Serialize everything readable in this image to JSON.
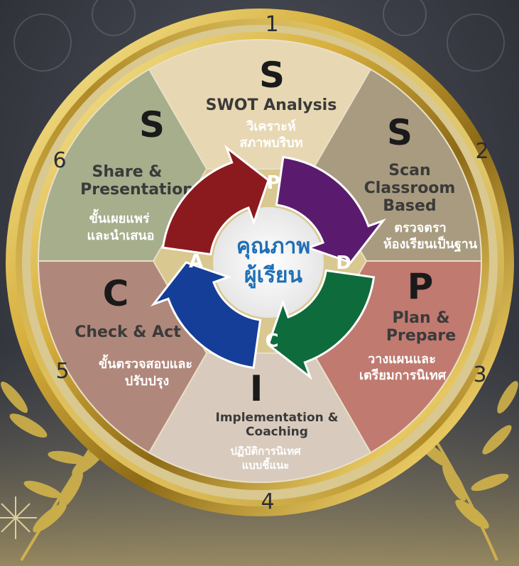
{
  "segments": [
    {
      "letter": "S",
      "title": "SWOT Analysis",
      "thai_line1": "วิเคราะห์",
      "thai_line2": "สภาพบริบท",
      "color": "#e7d8b3"
    },
    {
      "letter": "S",
      "title_line1": "Scan",
      "title_line2": "Classroom",
      "title_line3": "Based",
      "thai_line1": "ตรวจตรา",
      "thai_line2": "ห้องเรียนเป็นฐาน",
      "color": "#a89b7f"
    },
    {
      "letter": "P",
      "title_line1": "Plan &",
      "title_line2": "Prepare",
      "thai_line1": "วางแผนและ",
      "thai_line2": "เตรียมการนิเทศ",
      "color": "#c07a70"
    },
    {
      "letter": "I",
      "title_line1": "Implementation &",
      "title_line2": "Coaching",
      "thai_line1": "ปฏิบัติการนิเทศ",
      "thai_line2": "แบบชี้แนะ",
      "color": "#d8cbbd"
    },
    {
      "letter": "C",
      "title": "Check & Act",
      "thai_line1": "ขั้นตรวจสอบและ",
      "thai_line2": "ปรับปรุง",
      "color": "#b0877b"
    },
    {
      "letter": "S",
      "title_line1": "Share &",
      "title_line2": "Presentation",
      "thai_line1": "ขั้นเผยแพร่",
      "thai_line2": "และนำเสนอ",
      "color": "#a6ae8c"
    }
  ],
  "numbers": [
    "1",
    "2",
    "3",
    "4",
    "5",
    "6"
  ],
  "cycle": {
    "arrows": [
      {
        "letter": "P",
        "color": "#8b1a1f"
      },
      {
        "letter": "D",
        "color": "#5a1b6e"
      },
      {
        "letter": "C",
        "color": "#0e6b3b"
      },
      {
        "letter": "A",
        "color": "#143e97"
      }
    ],
    "center_line1": "คุณภาพ",
    "center_line2": "ผู้เรียน"
  },
  "colors": {
    "gold": "#d4ae3a",
    "goldDark": "#8a6a12",
    "goldLight": "#f5e28a"
  }
}
